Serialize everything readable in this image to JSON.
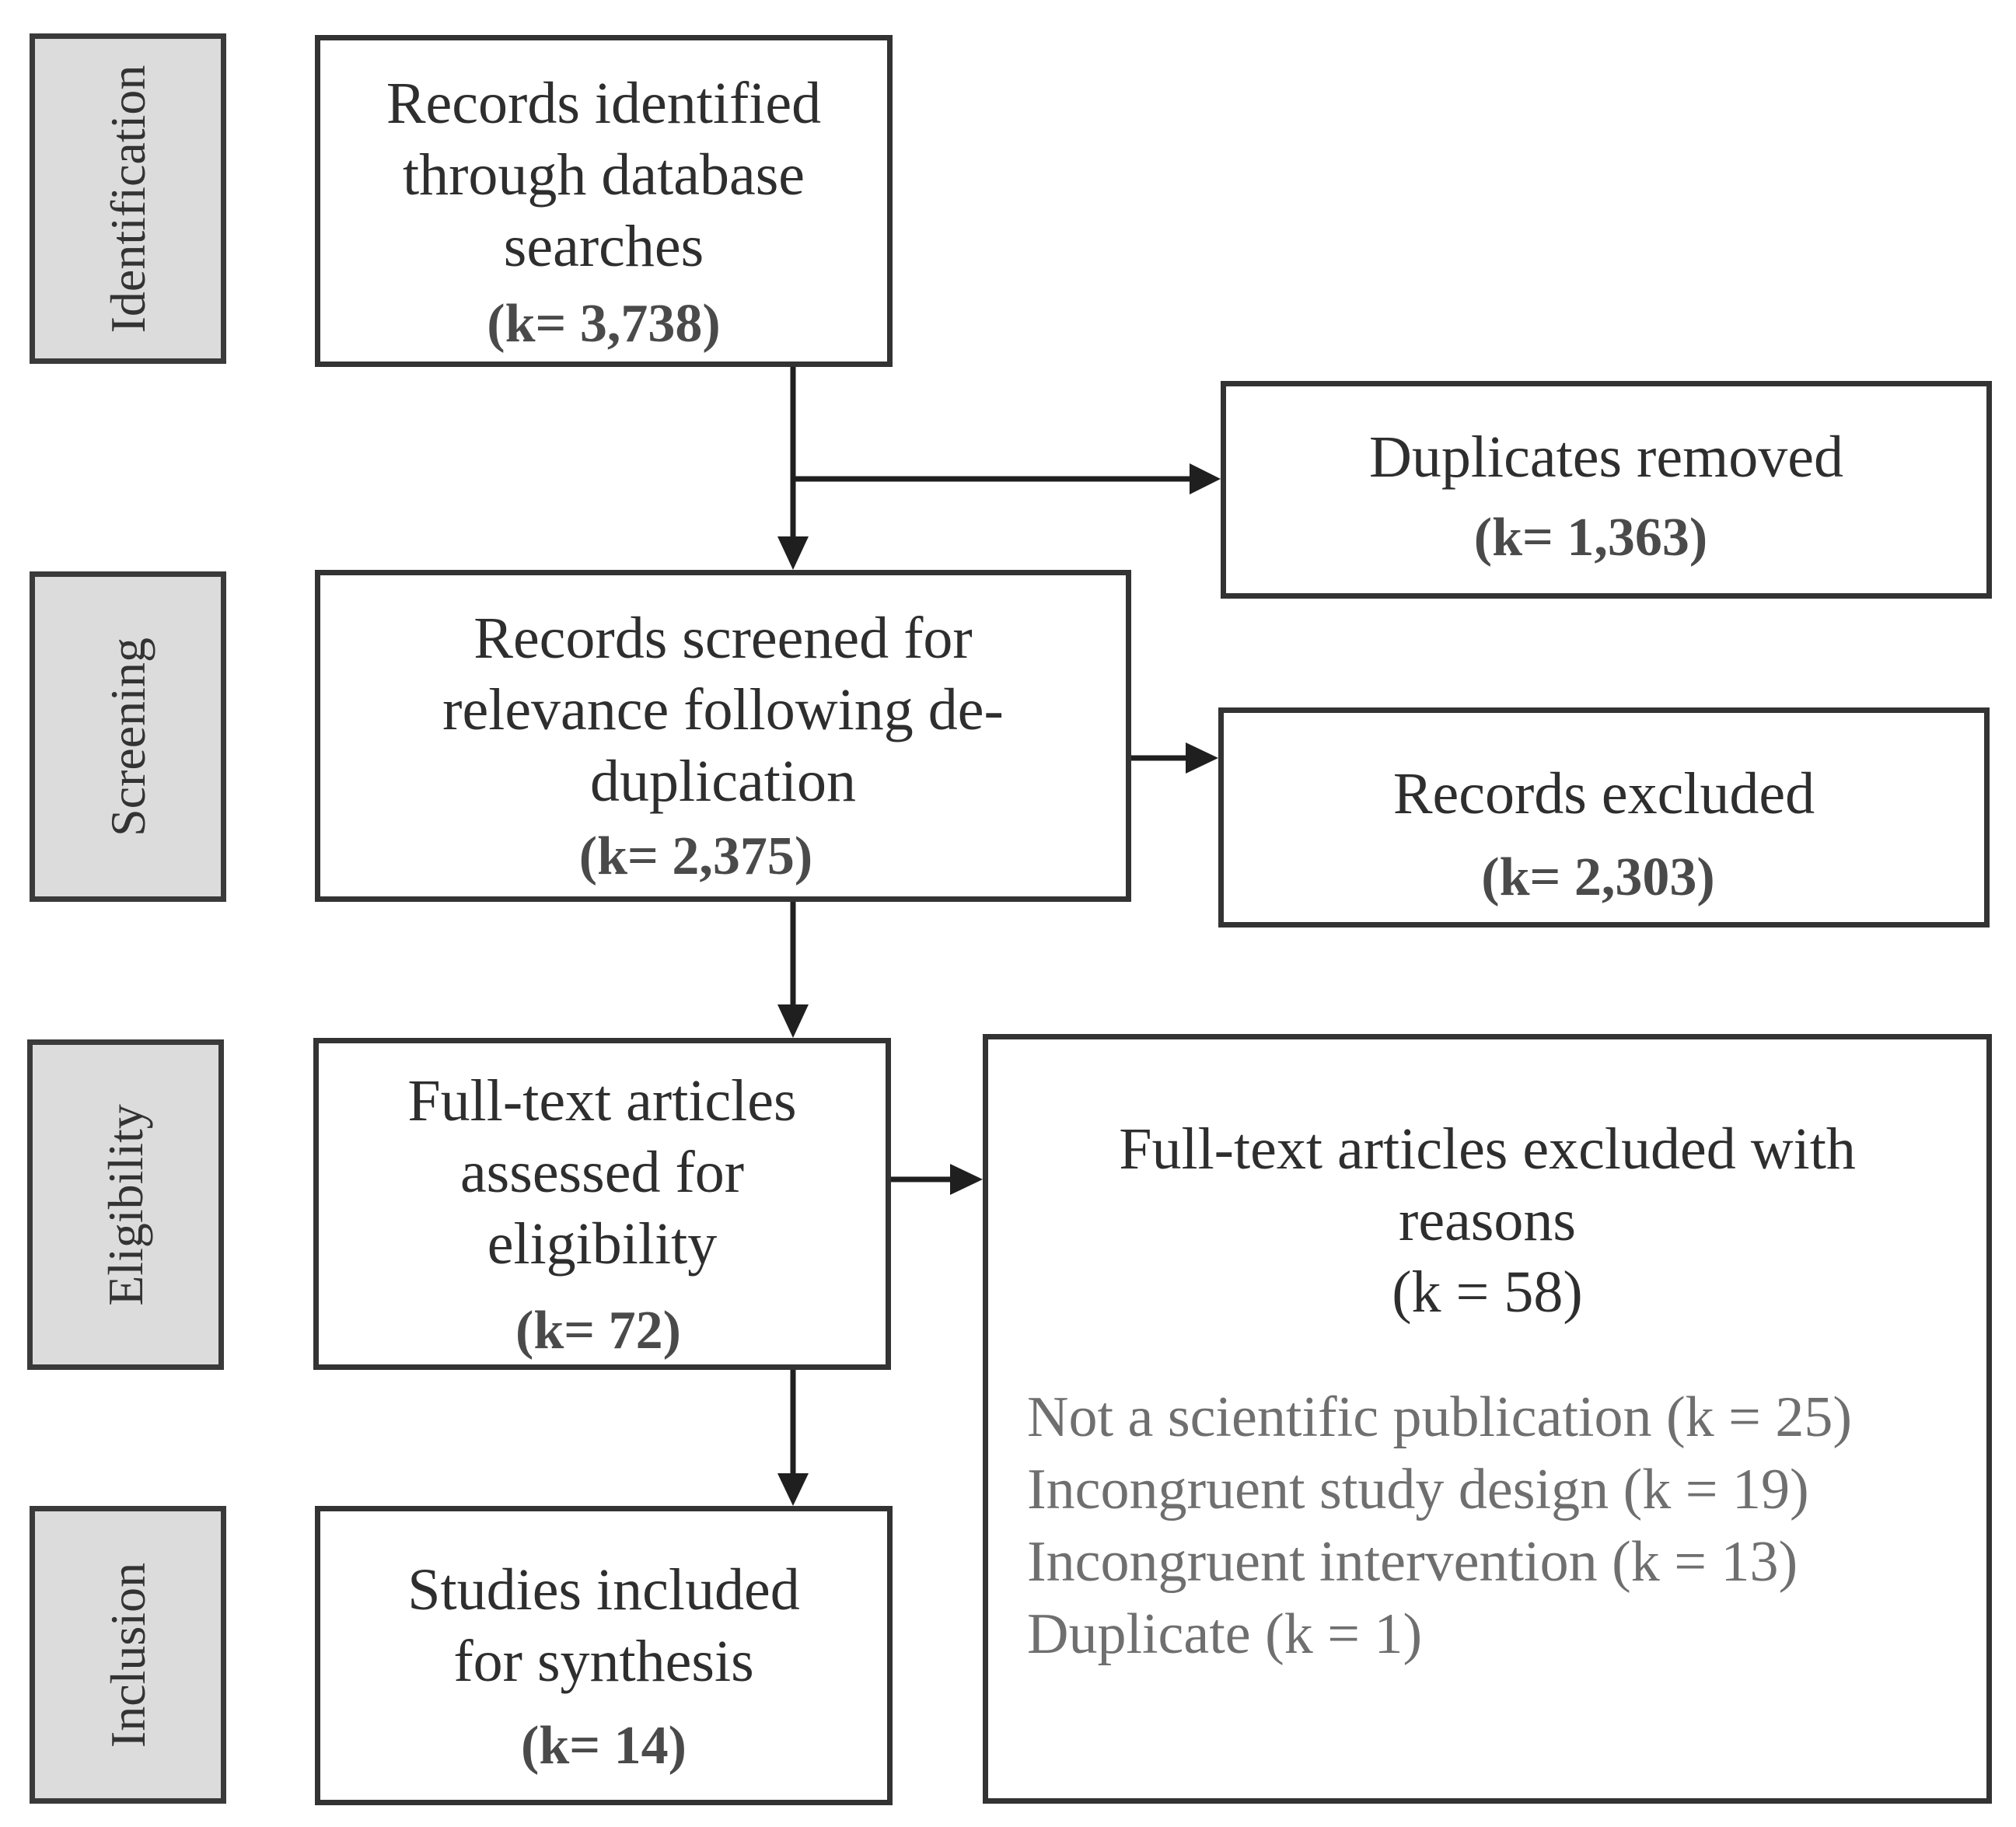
{
  "phases": {
    "identification": "Identification",
    "screening": "Screening",
    "eligibility": "Eligibility",
    "inclusion": "Inclusion"
  },
  "boxes": {
    "identified": {
      "title": "Records identified through database searches",
      "count": "(k= 3,738)"
    },
    "duplicates": {
      "title": "Duplicates removed",
      "count": "(k= 1,363)"
    },
    "screened": {
      "title": "Records screened for relevance following de-duplication",
      "count": "(k= 2,375)"
    },
    "excluded": {
      "title": "Records excluded",
      "count": "(k= 2,303)"
    },
    "fulltext": {
      "title": "Full-text articles assessed for eligibility",
      "count": "(k= 72)"
    },
    "fulltext_excluded": {
      "title": "Full-text articles excluded with reasons",
      "count": "(k = 58)",
      "reasons": [
        "Not a scientific publication (k = 25)",
        "Incongruent study design (k = 19)",
        "Incongruent intervention (k = 13)",
        "Duplicate (k = 1)"
      ]
    },
    "included": {
      "title": "Studies included for synthesis",
      "count": "(k= 14)"
    }
  }
}
